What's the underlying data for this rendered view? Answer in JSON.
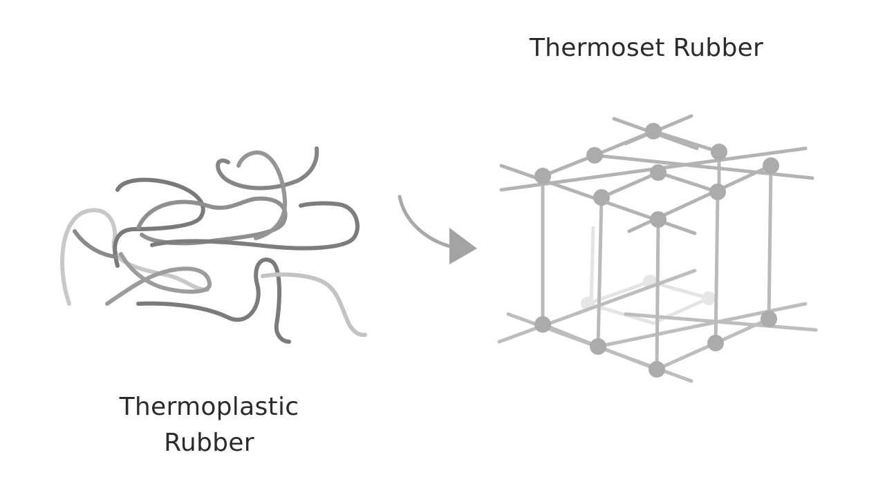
{
  "labels": {
    "thermoset": "Thermoset Rubber",
    "thermoplastic_line1": "Thermoplastic",
    "thermoplastic_line2": "Rubber"
  },
  "colors": {
    "background": "#ffffff",
    "text": "#2b2b2b",
    "chain_dark": "#777777",
    "chain_mid": "#9a9a9a",
    "chain_light": "#c4c4c4",
    "lattice_line": "#b7b7b7",
    "lattice_node": "#a9a9a9",
    "lattice_faint": "#e2e2e2",
    "arrow": "#a3a3a3"
  },
  "icons": {
    "polymer_chains": "tangled-chains-icon",
    "crosslinked_network": "lattice-cube-icon",
    "transition_arrow": "curved-arrow-icon"
  }
}
